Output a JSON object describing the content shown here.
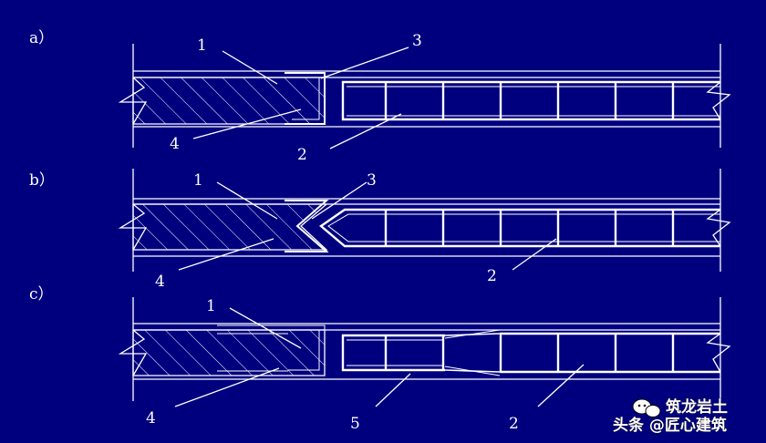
{
  "colors": {
    "background": "#00007f",
    "line": "#ffffff",
    "hatch": "#ffffff",
    "watermark_bg": "#000000"
  },
  "panels": [
    {
      "label": "a）",
      "callouts": [
        "1",
        "3",
        "4",
        "2"
      ]
    },
    {
      "label": "b）",
      "callouts": [
        "1",
        "3",
        "4",
        "2"
      ]
    },
    {
      "label": "c）",
      "callouts": [
        "1",
        "4",
        "5",
        "2"
      ]
    }
  ],
  "watermark": {
    "line1": "筑龙岩土",
    "line2": "头条 @匠心建筑",
    "icon": "chat-bubble-icon"
  }
}
